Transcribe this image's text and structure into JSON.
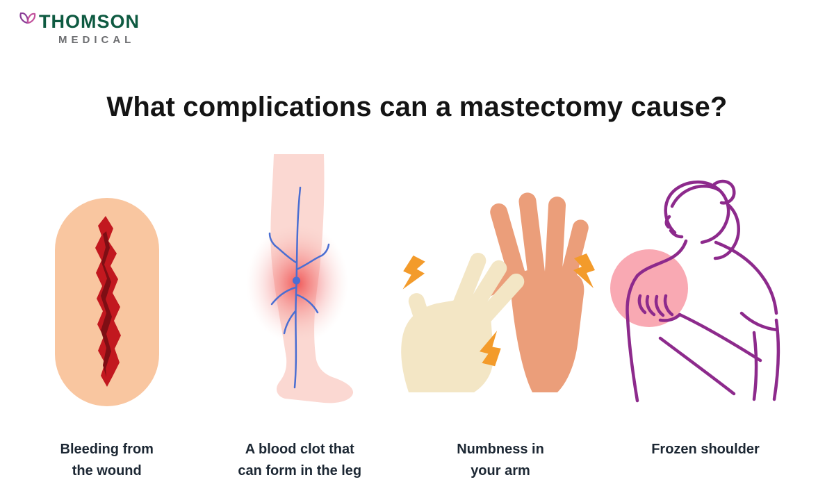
{
  "logo": {
    "line1": "THOMSON",
    "line2": "MEDICAL",
    "icon": "orchid-icon",
    "green": "#0e5a41",
    "gray": "#6d6e71",
    "magenta": "#b0529f",
    "purple": "#8b3f98"
  },
  "title": "What complications can a mastectomy cause?",
  "complications": [
    {
      "id": "bleeding-wound",
      "label": "Bleeding from\nthe wound",
      "illustration": "wound-icon"
    },
    {
      "id": "blood-clot-leg",
      "label": "A blood clot that\ncan form in the leg",
      "illustration": "leg-blood-clot-icon"
    },
    {
      "id": "numb-arm",
      "label": "Numbness in\nyour arm",
      "illustration": "numb-hands-icon"
    },
    {
      "id": "frozen-shoulder",
      "label": "Frozen shoulder",
      "illustration": "frozen-shoulder-icon"
    }
  ],
  "colors": {
    "skin_peach": "#f9c6a0",
    "wound_red": "#c2181f",
    "wound_dark_red": "#7e0e14",
    "leg_pink": "#fbd8d2",
    "clot_glow_red": "#ee4343",
    "vein_blue": "#4a6ed2",
    "hand_cream": "#f3e6c5",
    "hand_salmon": "#eb9e7a",
    "bolt_orange": "#f39b2b",
    "figure_purple": "#8d2a8c",
    "shoulder_pink": "#f9a9b3",
    "label_text": "#1c2733",
    "title_text": "#141414"
  }
}
